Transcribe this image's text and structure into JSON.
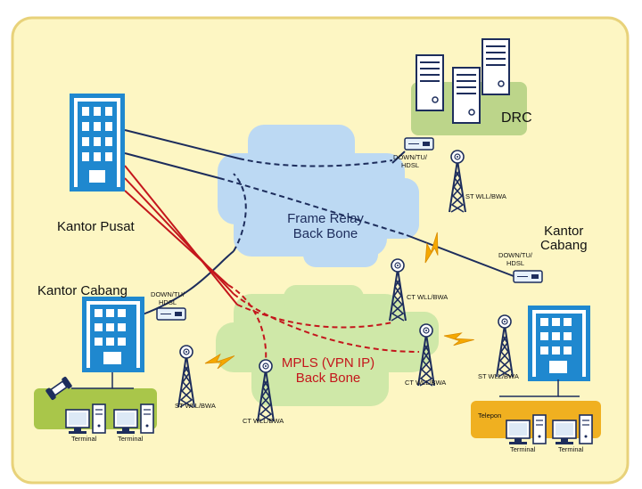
{
  "labels": {
    "kantor_pusat": "Kantor Pusat",
    "kantor_cabang_left": "Kantor Cabang",
    "kantor_cabang_right": "Kantor\nCabang",
    "drc": "DRC",
    "frame_relay": "Frame Relay\nBack Bone",
    "mpls": "MPLS (VPN IP)\nBack Bone",
    "down_tu_hdsl": "DOWN/TU/\nHDSL",
    "st_wll_bwa": "ST WLL/BWA",
    "ct_wll_bwa": "CT WLL/BWA",
    "terminal": "Terminal",
    "telepon": "Telepon"
  },
  "colors": {
    "background_panel": "#fdf6c3",
    "frame_border": "#e8d27a",
    "frame_relay_cloud": "#bcd9f3",
    "mpls_cloud": "#cfe8a8",
    "building_blue": "#1f88cf",
    "drc_panel": "#bcd58a",
    "branch_green_panel": "#a9c64a",
    "branch_orange_panel": "#f0b020",
    "link_navy": "#1d2d5c",
    "link_red": "#c4161c",
    "lightning": "#f5a800"
  }
}
